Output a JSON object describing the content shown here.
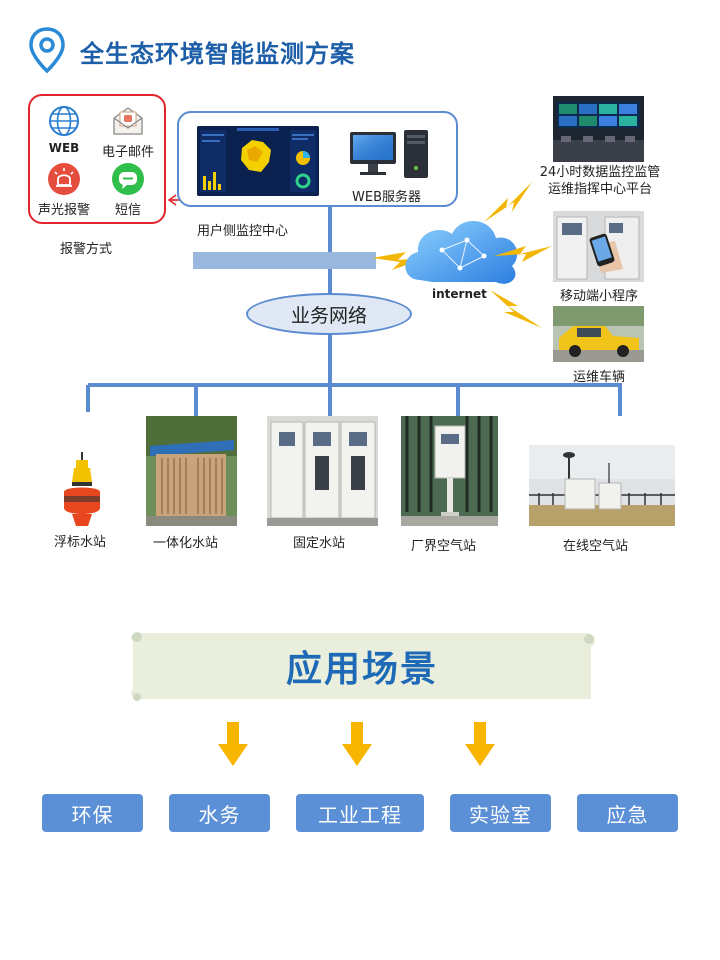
{
  "header": {
    "title": "全生态环境智能监测方案"
  },
  "alarm": {
    "items": [
      {
        "label": "WEB",
        "icon": "globe-icon"
      },
      {
        "label": "电子邮件",
        "icon": "email-icon"
      },
      {
        "label": "声光报警",
        "icon": "alarm-light-icon"
      },
      {
        "label": "短信",
        "icon": "sms-icon"
      }
    ],
    "caption": "报警方式"
  },
  "center": {
    "caption": "用户侧监控中心",
    "server_label": "WEB服务器"
  },
  "network": {
    "label": "业务网络",
    "internet_label": "internet"
  },
  "right_panel": {
    "command_center": "24小时数据监控监管\n运维指挥中心平台",
    "mobile": "移动端小程序",
    "vehicle": "运维车辆"
  },
  "stations": [
    {
      "label": "浮标水站"
    },
    {
      "label": "一体化水站"
    },
    {
      "label": "固定水站"
    },
    {
      "label": "厂界空气站"
    },
    {
      "label": "在线空气站"
    }
  ],
  "scenarios": {
    "title": "应用场景",
    "items": [
      "环保",
      "水务",
      "工业工程",
      "实验室",
      "应急"
    ]
  },
  "colors": {
    "title_blue": "#1d5ea8",
    "line_blue": "#5b8bd0",
    "alarm_red": "#e0262b",
    "bolt_yellow": "#f2b705",
    "arrow_yellow": "#f7b500",
    "button_blue": "#5b8fd6"
  }
}
